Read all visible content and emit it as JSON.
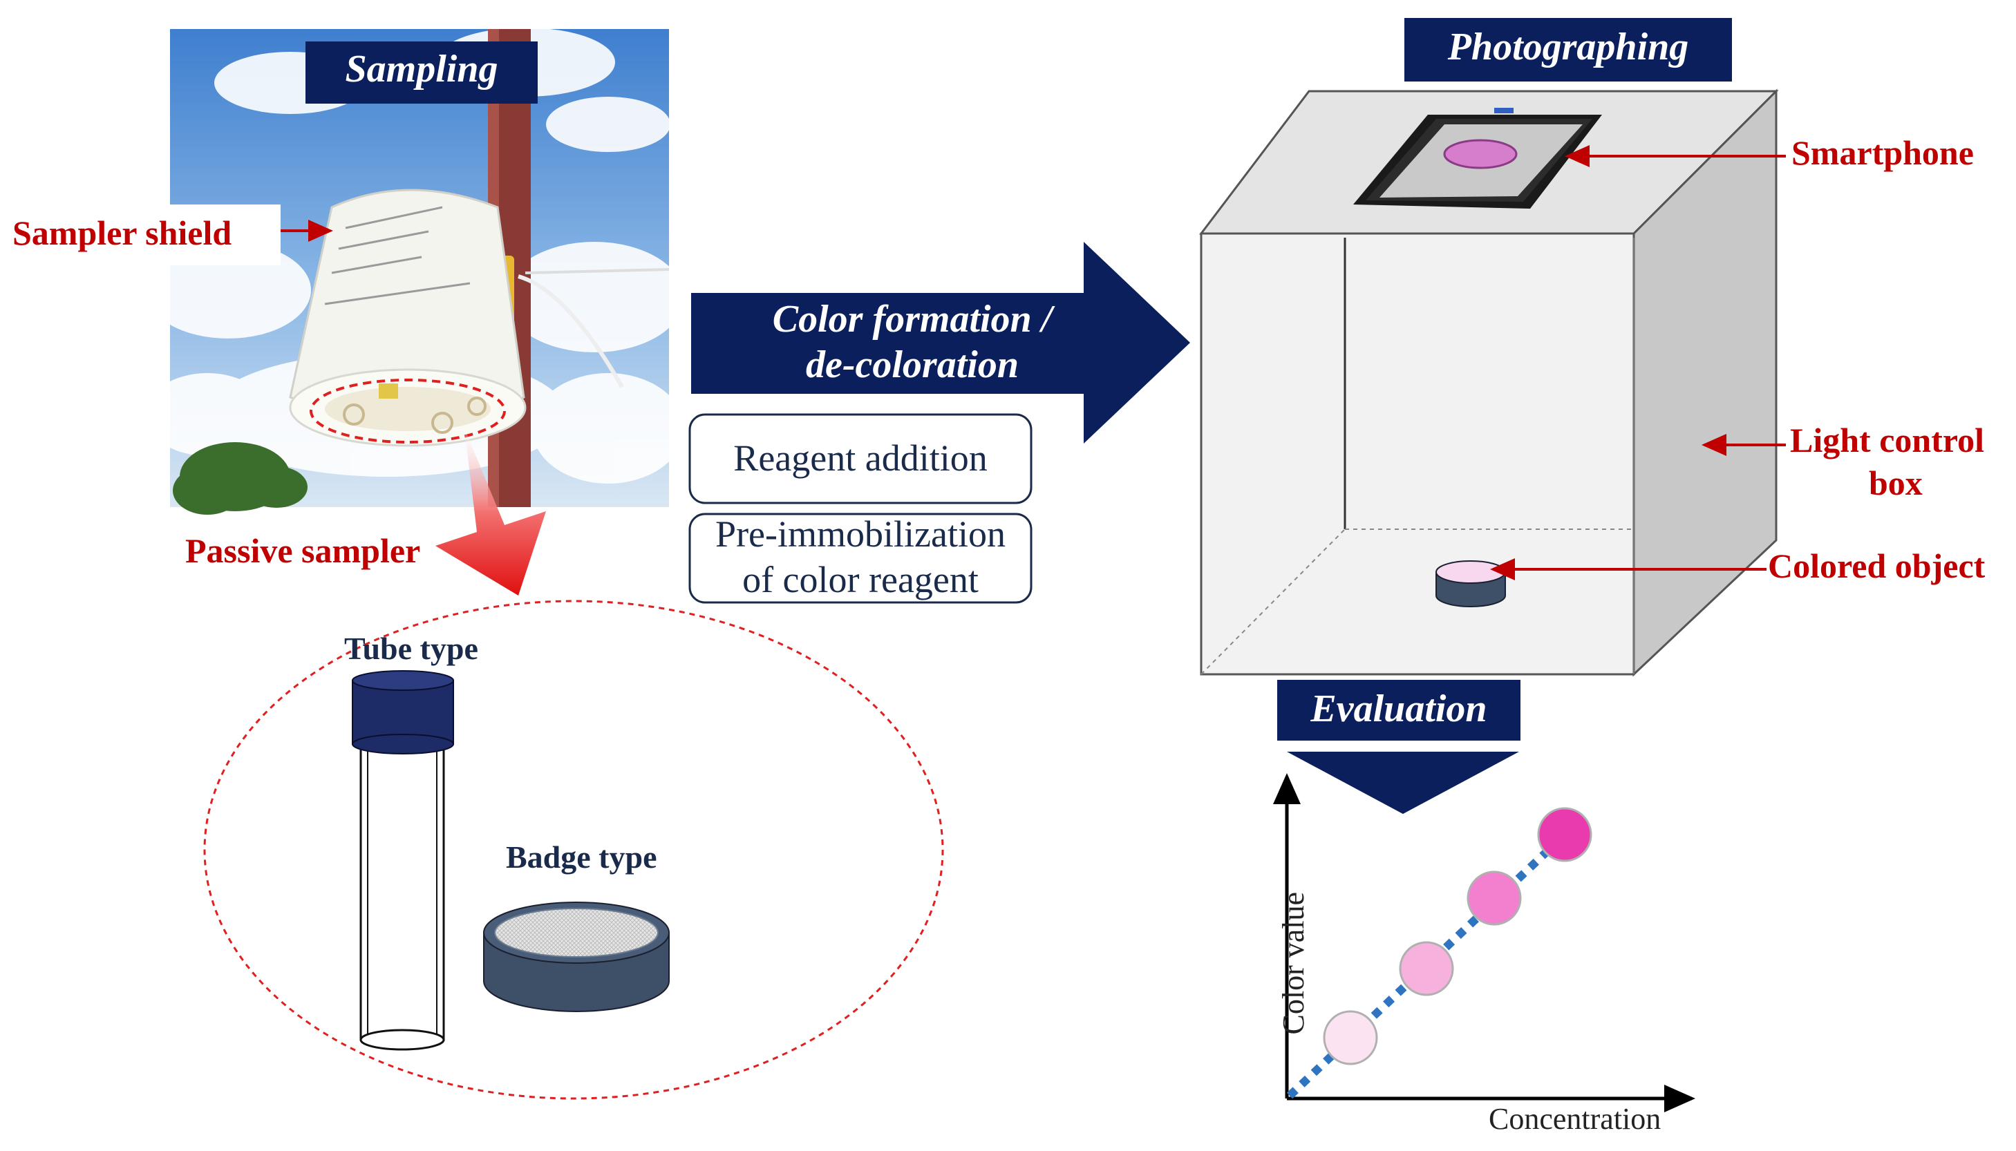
{
  "colors": {
    "navy": "#0b1f5c",
    "red": "#c00000",
    "box_front": "#f2f2f2",
    "box_side": "#c8c8c8",
    "box_top": "#e4e4e4",
    "badge": "#3d5068",
    "trend": "#2e74c0"
  },
  "sampling": {
    "title": "Sampling",
    "sampler_shield": "Sampler shield",
    "passive_sampler": "Passive sampler",
    "tube_type": "Tube type",
    "badge_type": "Badge type"
  },
  "reaction": {
    "arrow_line1": "Color formation /",
    "arrow_line2": "de-coloration",
    "option1": "Reagent addition",
    "option2_line1": "Pre-immobilization",
    "option2_line2": "of color reagent"
  },
  "photographing": {
    "title": "Photographing",
    "smartphone": "Smartphone",
    "light_box_line1": "Light control",
    "light_box_line2": "box",
    "colored_object": "Colored object"
  },
  "evaluation": {
    "title": "Evaluation",
    "y_label": "Color value",
    "x_label": "Concentration",
    "point_colors": [
      "#fbe3f1",
      "#f6b2dc",
      "#f280cf",
      "#e93aae"
    ]
  }
}
